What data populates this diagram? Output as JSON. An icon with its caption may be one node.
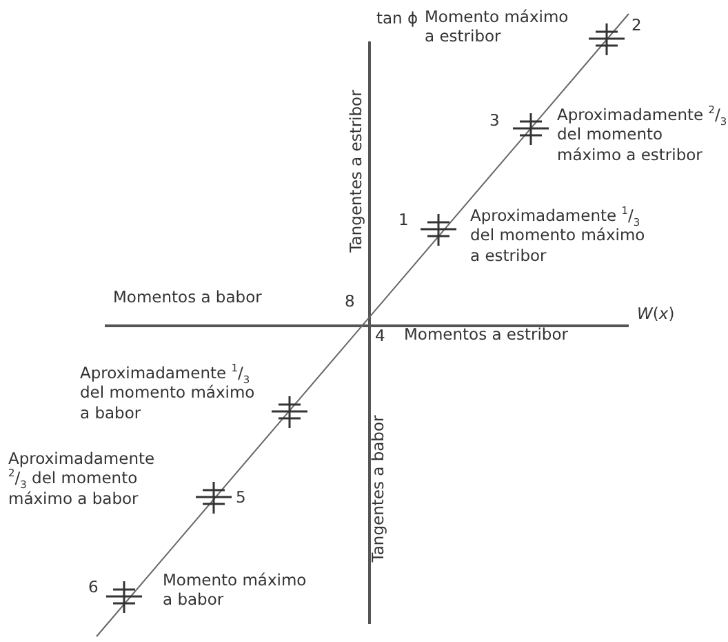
{
  "diagram": {
    "labels": [
      "tan ϕ",
      "Momento máximo a estribor",
      "2",
      "Tangentes a estribor",
      "3",
      "Aproximadamente $^{2}$/$_{3}$ del momento máximo a estribor",
      "1",
      "Aproximadamente $^{1}$/$_{3}$ del momento máximo a estribor",
      "Momentos a babor",
      "8",
      "*W*(*x*)",
      "4",
      "Momentos a estribor",
      "Aproximadamente $^{1}$/$_{3}$ del momento máximo a babor",
      "Aproximadamente $^{2}$/$_{3}$ del momento máximo a babor",
      "5",
      "Tangentes a babor",
      "6",
      "Momento máximo a babor"
    ]
  }
}
